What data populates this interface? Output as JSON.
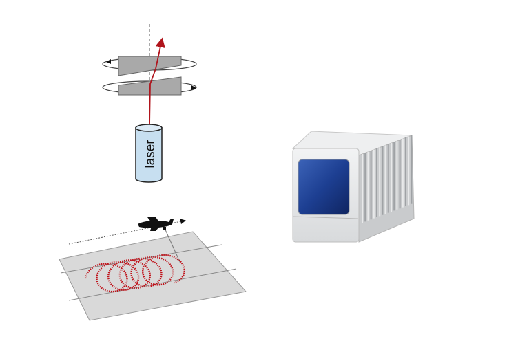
{
  "diagram": {
    "laser_label": "laser",
    "colors": {
      "beam": "#b0141c",
      "prism": "#a9a9a9",
      "laser_body": "#c7dff0",
      "ground": "#d9d9d9",
      "scan_points": "#c0121a",
      "device_window": "#1c3f8f",
      "device_body": "#e4e6e8"
    },
    "icons": [
      "rotating-prism-pair",
      "laser-emitter",
      "aircraft",
      "lidar-device"
    ]
  }
}
